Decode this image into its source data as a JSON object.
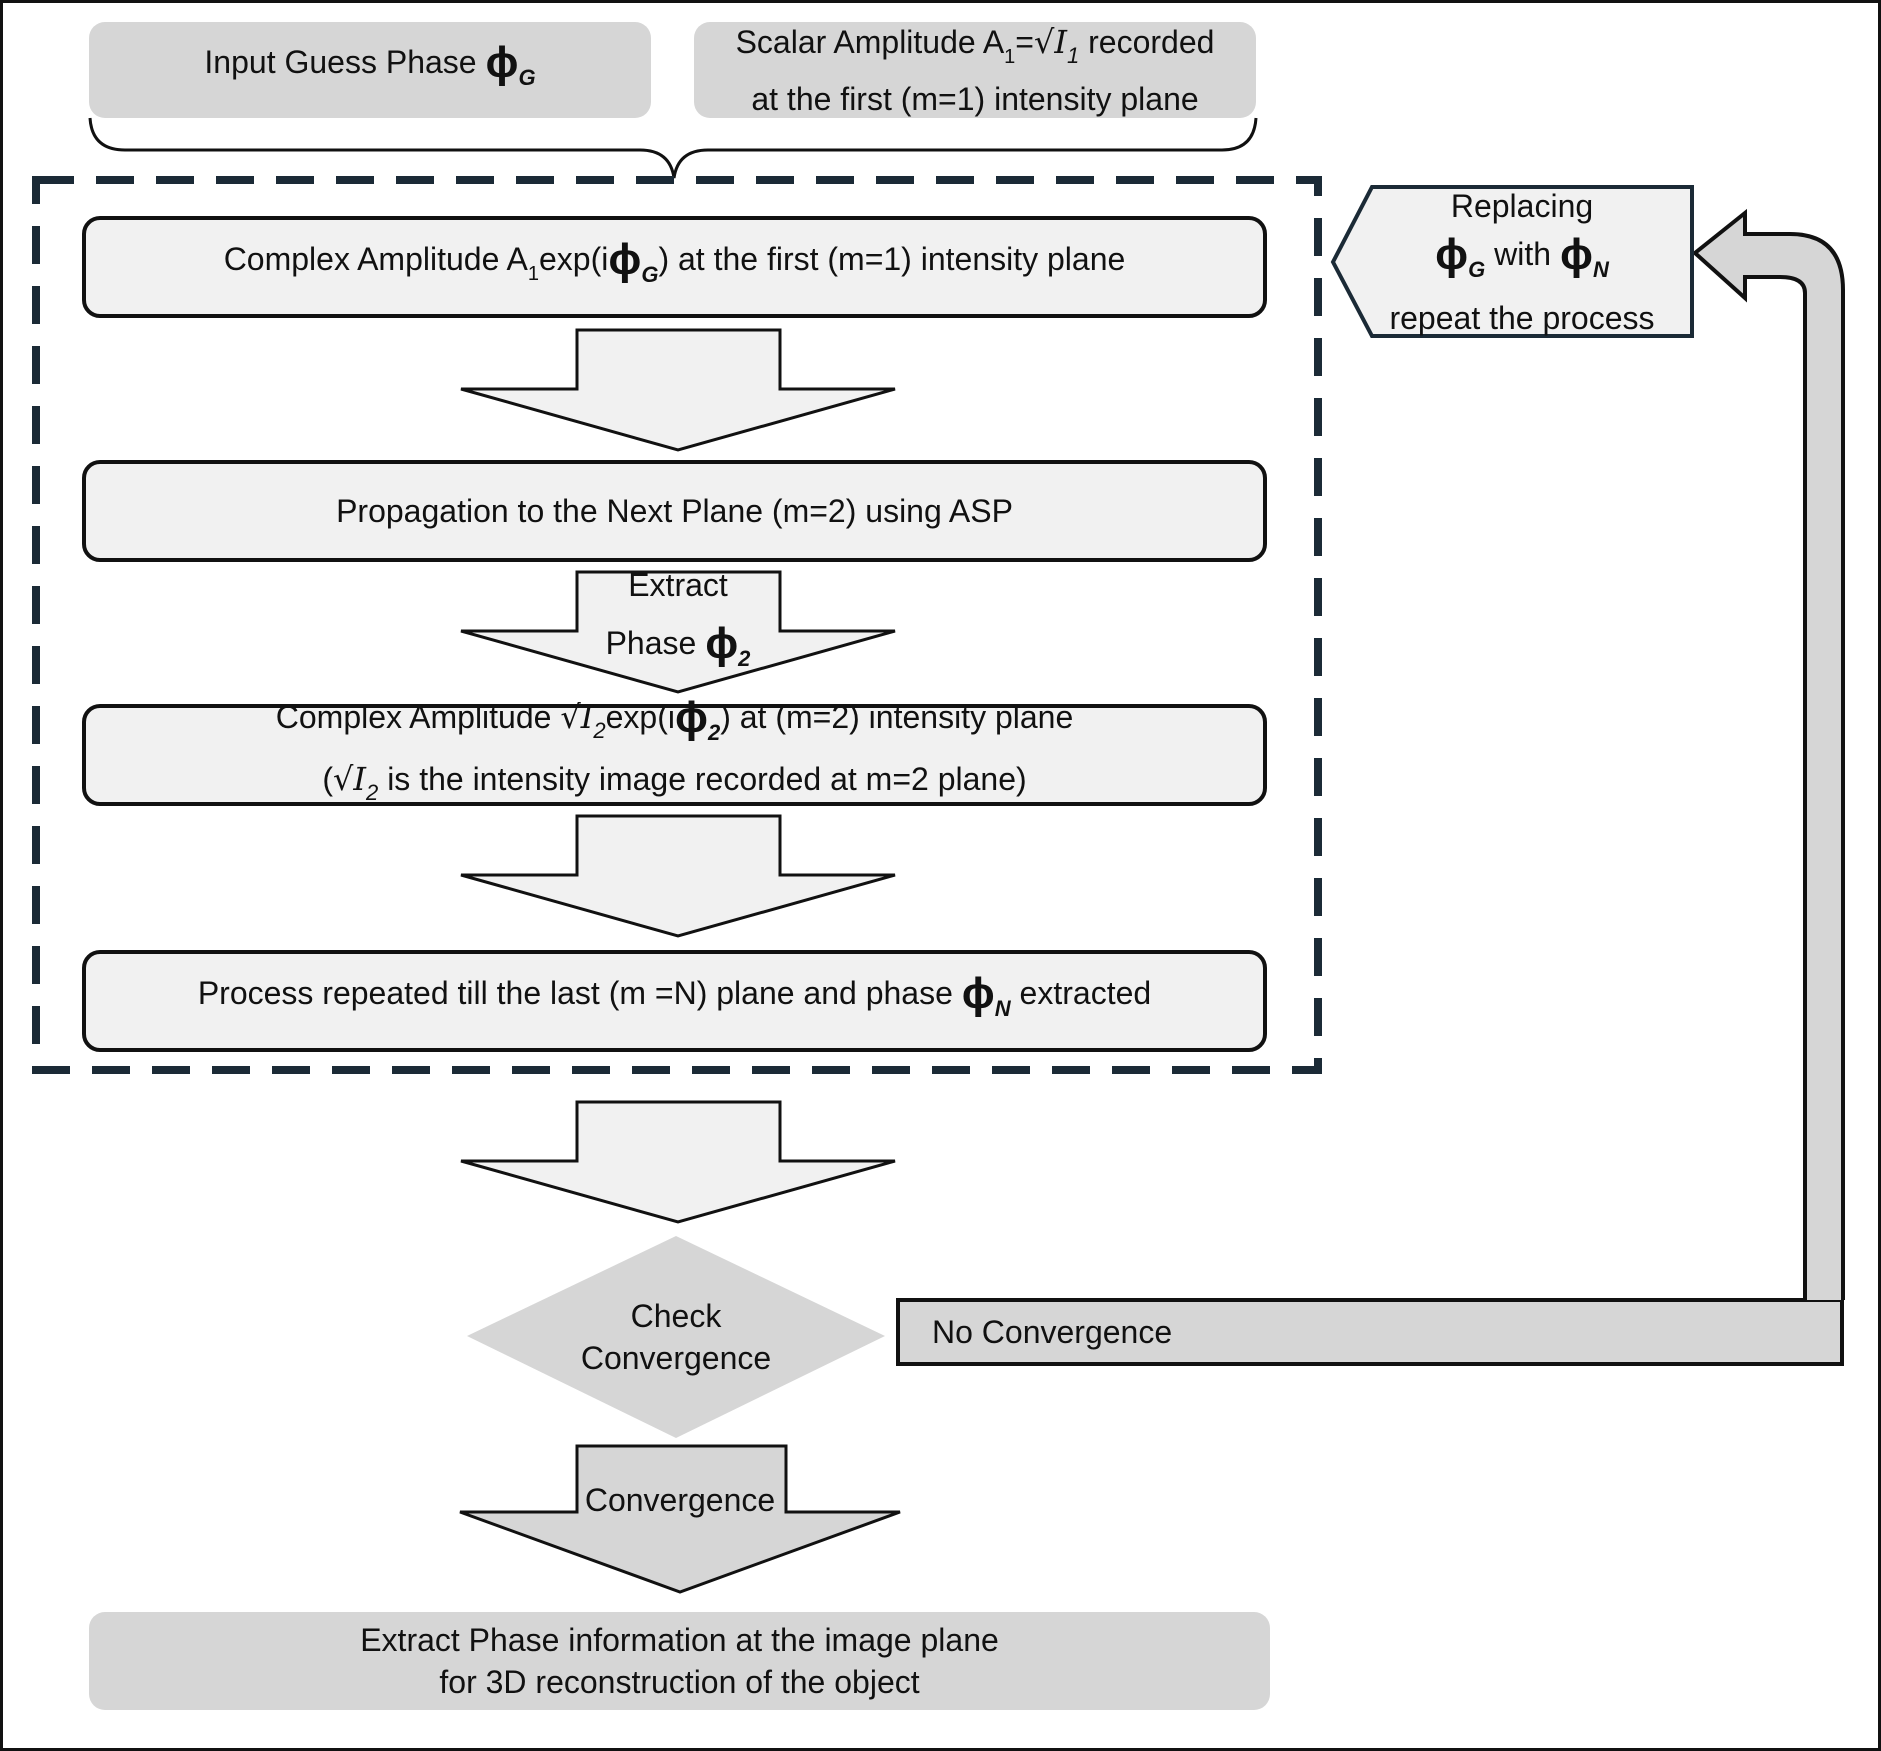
{
  "input": {
    "guess_phase_label": "Input Guess Phase",
    "phi_symbol": "ϕ",
    "sub_G": "G",
    "sub_N": "N",
    "sub_2": "2",
    "sub_1": "1",
    "sqrt_symbol": "√",
    "I_symbol": "I",
    "scalar_amp_pre": "Scalar Amplitude A",
    "scalar_amp_eq": "=",
    "scalar_amp_post": "recorded",
    "scalar_amp_line2": "at the first (m=1) intensity plane"
  },
  "steps": {
    "step1_pre": "Complex Amplitude A",
    "step1_mid": "exp(i",
    "step1_post": ")  at the first (m=1) intensity plane",
    "step2": "Propagation to the Next Plane (m=2) using ASP",
    "extract_line1": "Extract",
    "extract_line2": "Phase",
    "step3_pre": "Complex Amplitude",
    "step3_mid": "exp(i",
    "step3_post": ")  at (m=2) intensity plane",
    "step3_line2_pre": "(",
    "step3_line2_post": "is the intensity image recorded at m=2 plane)",
    "step4_pre": "Process repeated till the last (m =N) plane and phase",
    "step4_post": "extracted"
  },
  "loop": {
    "replacing": "Replacing",
    "with": "with",
    "repeat": "repeat the process",
    "no_convergence": "No Convergence"
  },
  "decision": {
    "line1": "Check",
    "line2": "Convergence",
    "convergence": "Convergence"
  },
  "output": {
    "line1": "Extract Phase information at the image  plane",
    "line2": "for 3D reconstruction of the object"
  },
  "colors": {
    "dash_border": "#1b2a36",
    "light_fill": "#f1f1f1",
    "gray_fill": "#d6d6d6",
    "stroke": "#111111"
  }
}
